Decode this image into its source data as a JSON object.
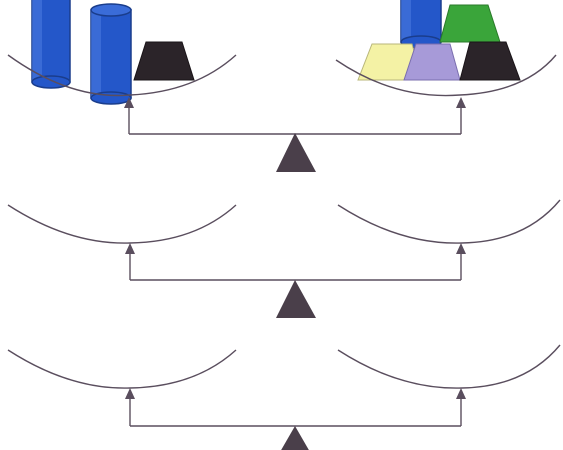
{
  "colors": {
    "background": "#ffffff",
    "line": "#5a4e5e",
    "fulcrum": "#4a3f4a",
    "cylinder_blue": "#2457c9",
    "cylinder_blue_dark": "#173c92",
    "cylinder_blue_light": "#4c7ce0",
    "block_black": "#2b2429",
    "block_yellow": "#f4f2a5",
    "block_purple": "#a79ad8",
    "block_green": "#3aa53a"
  },
  "scales": [
    {
      "id": "scale-1",
      "left_pan_items": [
        "blue-cylinder",
        "blue-cylinder",
        "black-trapezoid-block"
      ],
      "right_pan_items": [
        "blue-cylinder",
        "green-trapezoid-block",
        "yellow-trapezoid-block",
        "purple-trapezoid-block",
        "black-trapezoid-block"
      ]
    },
    {
      "id": "scale-2",
      "left_pan_items": [],
      "right_pan_items": []
    },
    {
      "id": "scale-3",
      "left_pan_items": [],
      "right_pan_items": []
    }
  ]
}
